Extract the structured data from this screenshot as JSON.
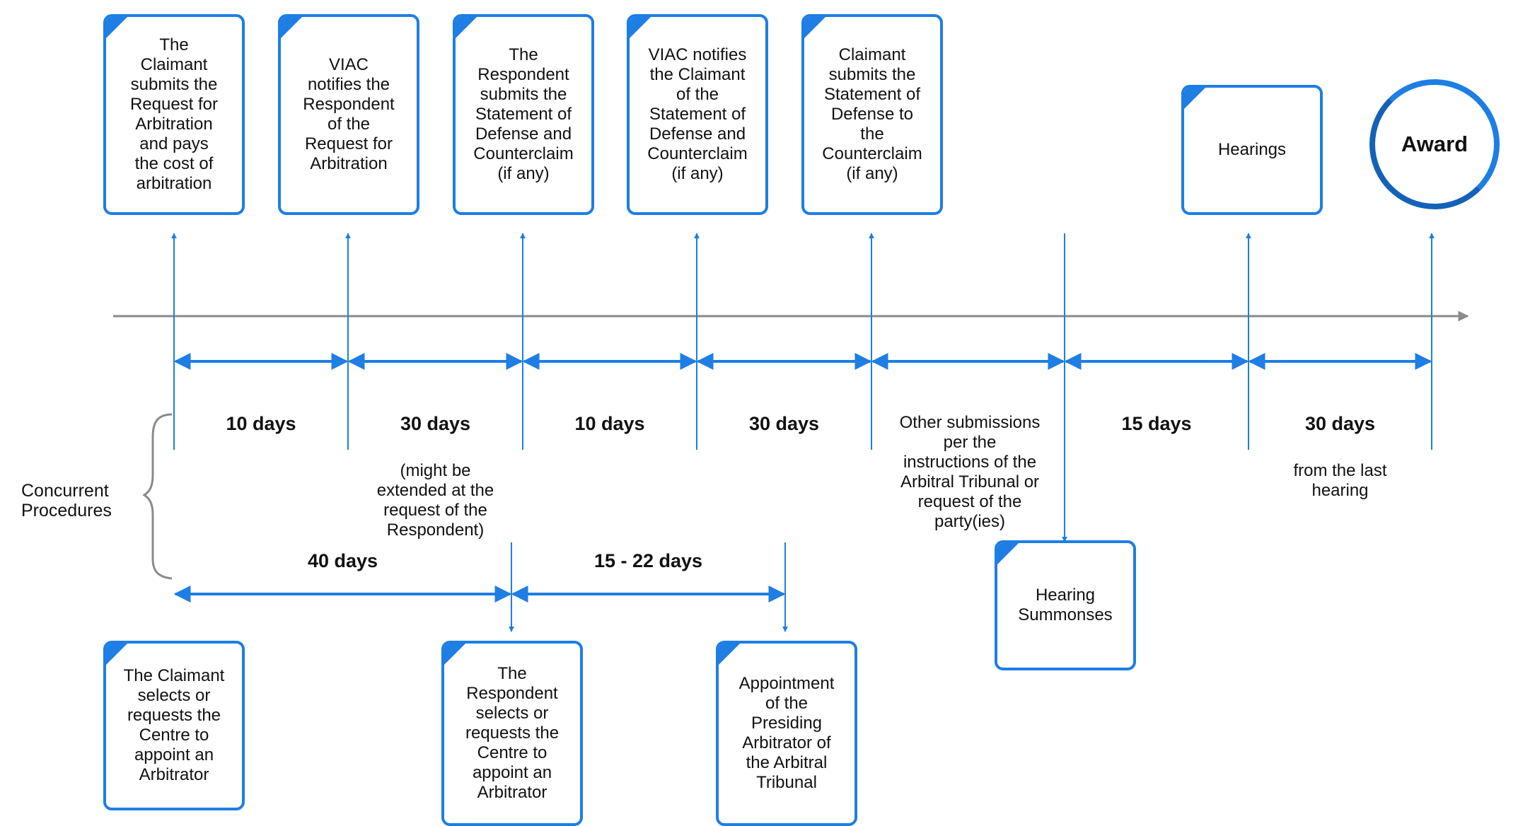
{
  "colors": {
    "accent": "#1e7ee4",
    "accent_dark": "#1462b8",
    "axis": "#8a8a8a",
    "text": "#111111"
  },
  "top_boxes": [
    "The\nClaimant\nsubmits the\nRequest for\nArbitration\nand pays\nthe cost of\narbitration",
    "VIAC\nnotifies the\nRespondent\nof the\nRequest for\nArbitration",
    "The\nRespondent\nsubmits the\nStatement of\nDefense and\nCounterclaim\n(if any)",
    "VIAC notifies\nthe Claimant\nof the\nStatement of\nDefense and\nCounterclaim\n(if any)",
    "Claimant\nsubmits the\nStatement of\nDefense to\nthe\nCounterclaim\n(if any)",
    "Hearings"
  ],
  "award": "Award",
  "top_intervals": [
    {
      "duration": "10 days",
      "note": ""
    },
    {
      "duration": "30 days",
      "note": "(might be\nextended at the\nrequest of the\nRespondent)"
    },
    {
      "duration": "10 days",
      "note": ""
    },
    {
      "duration": "30 days",
      "note": ""
    },
    {
      "duration": "",
      "note": "Other submissions\nper the\ninstructions of the\nArbitral Tribunal or\nrequest of the\nparty(ies)"
    },
    {
      "duration": "15 days",
      "note": ""
    },
    {
      "duration": "30 days",
      "note": "from the last\nhearing"
    }
  ],
  "concurrent_label": "Concurrent\nProcedures",
  "bottom_intervals": [
    "40 days",
    "15 - 22 days"
  ],
  "bottom_boxes": [
    "The Claimant\nselects or\nrequests the\nCentre to\nappoint an\nArbitrator",
    "The\nRespondent\nselects or\nrequests the\nCentre to\nappoint an\nArbitrator",
    "Appointment\nof the\nPresiding\nArbitrator of\nthe Arbitral\nTribunal",
    "Hearing\nSummonses"
  ]
}
